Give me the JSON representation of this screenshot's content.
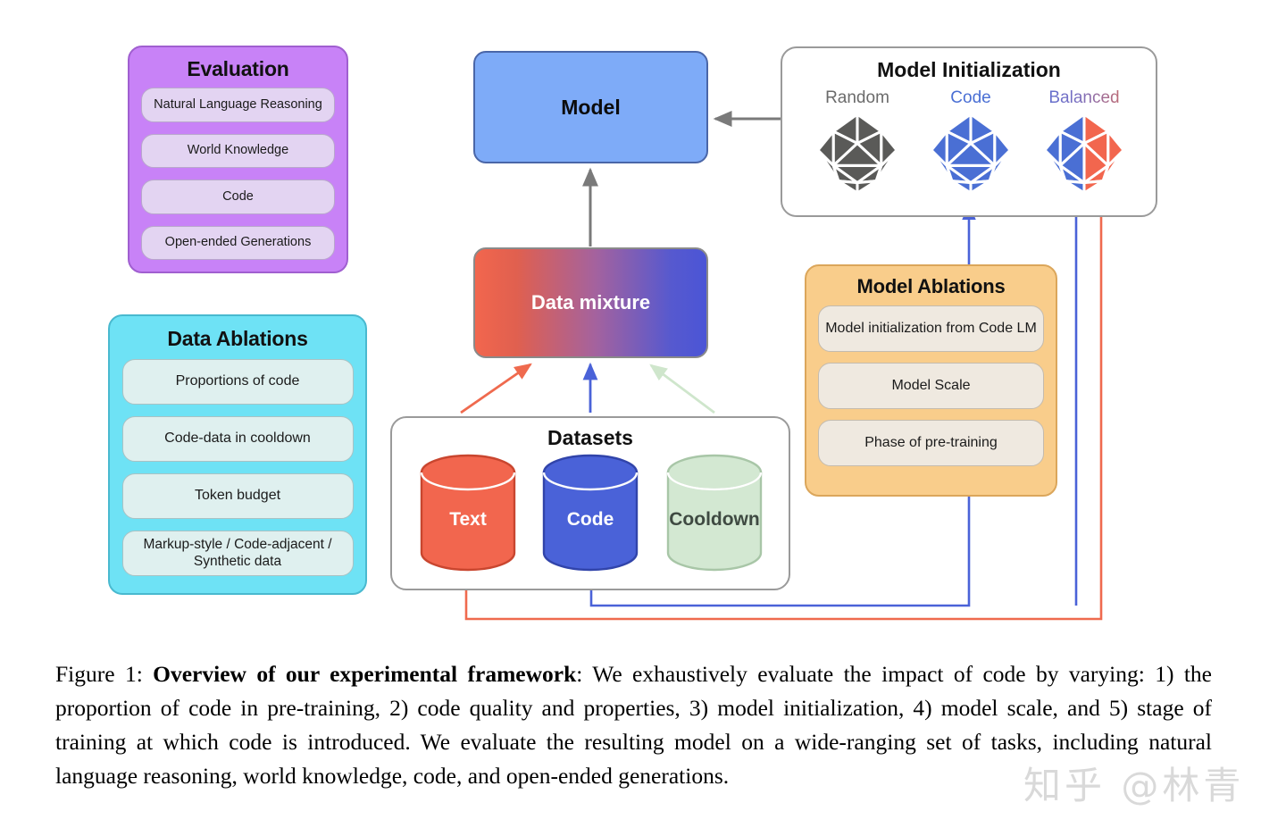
{
  "figure": {
    "caption_prefix": "Figure 1: ",
    "caption_bold": "Overview of our experimental framework",
    "caption_rest": ": We exhaustively evaluate the impact of code by varying: 1) the proportion of code in pre-training, 2) code quality and properties, 3) model initialization, 4) model scale, and 5) stage of training at which code is introduced. We evaluate the resulting model on a wide-ranging set of tasks, including natural language reasoning, world knowledge, code, and open-ended generations."
  },
  "watermark": {
    "text": "知乎 @林青"
  },
  "evaluation": {
    "title": "Evaluation",
    "items": [
      {
        "label": "Natural Language Reasoning"
      },
      {
        "label": "World Knowledge"
      },
      {
        "label": "Code"
      },
      {
        "label": "Open-ended Generations"
      }
    ],
    "colors": {
      "panel": "#c882f7",
      "border": "#a05fd0",
      "chip": "#e3d4f2"
    }
  },
  "data_ablations": {
    "title": "Data Ablations",
    "items": [
      {
        "label": "Proportions of code"
      },
      {
        "label": "Code-data in cooldown"
      },
      {
        "label": "Token budget"
      },
      {
        "label": "Markup-style / Code-adjacent / Synthetic data"
      }
    ],
    "colors": {
      "panel": "#6ee2f5",
      "border": "#49b9cf",
      "chip": "#dff0ef"
    }
  },
  "model_ablations": {
    "title": "Model Ablations",
    "items": [
      {
        "label": "Model initialization from Code LM"
      },
      {
        "label": "Model Scale"
      },
      {
        "label": "Phase of pre-training"
      }
    ],
    "colors": {
      "panel": "#f9cd8b",
      "border": "#dba65b",
      "chip": "#efe9e0"
    }
  },
  "model_initialization": {
    "title": "Model Initialization",
    "columns": [
      {
        "label": "Random",
        "icon": "icosahedron-icon",
        "color": "#5a5a58",
        "label_color": "#6b6b6b"
      },
      {
        "label": "Code",
        "icon": "icosahedron-icon",
        "color": "#4a6fd4",
        "label_color": "#4a6fd4"
      },
      {
        "label": "Balanced",
        "icon": "icosahedron-split-icon",
        "color": "#4a6fd4",
        "color_secondary": "#f2664e",
        "label_color": "gradient-blue-red"
      }
    ]
  },
  "model": {
    "label": "Model",
    "colors": {
      "fill": "#7eabf8",
      "border": "#4a66a8"
    }
  },
  "data_mixture": {
    "label": "Data mixture",
    "colors": {
      "gradient_start": "#f2664e",
      "gradient_end": "#4b55d6",
      "border": "#8a8a8a"
    }
  },
  "datasets": {
    "title": "Datasets",
    "cylinders": [
      {
        "label": "Text",
        "fill": "#f2664e",
        "stroke": "#c9462f",
        "text_color": "#ffffff"
      },
      {
        "label": "Code",
        "fill": "#4a62d8",
        "stroke": "#3144aa",
        "text_color": "#ffffff"
      },
      {
        "label": "Cooldown",
        "fill": "#d3e8d2",
        "stroke": "#a8c6a7",
        "text_color": "#3f4a42"
      }
    ]
  },
  "connectors": {
    "text_to_mixture_color": "#ef6a4e",
    "code_to_mixture_color": "#4a62d8",
    "cooldown_to_mixture_color": "#cfe6cc",
    "mixture_to_model_color": "#7a7a7a",
    "init_to_model_color": "#7a7a7a",
    "code_to_ablations_color": "#4a62d8",
    "code_to_balanced_color": "#4a62d8",
    "text_to_balanced_color": "#ef6a4e"
  }
}
